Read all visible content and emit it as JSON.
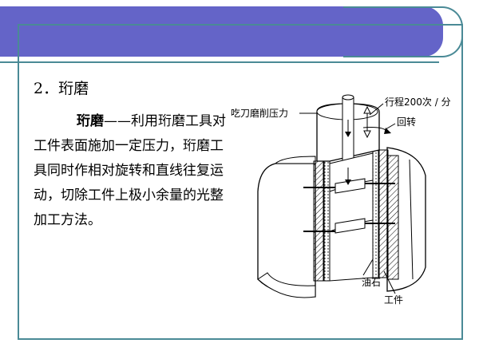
{
  "section": {
    "number": "2．",
    "title": "珩磨"
  },
  "definition": {
    "term": "珩磨",
    "dash": "——",
    "text": "利用珩磨工具对工件表面施加一定压力，珩磨工具同时作相对旋转和直线往复运动，切除工件上极小余量的光整加工方法。"
  },
  "figure": {
    "labels": {
      "pressure": "吃刀磨削压力",
      "stroke": "行程200次 / 分",
      "rotate": "回转",
      "oilstone": "油石",
      "workpiece": "工件"
    }
  },
  "colors": {
    "band": "#6464c8",
    "frame": "#4a8a96"
  }
}
